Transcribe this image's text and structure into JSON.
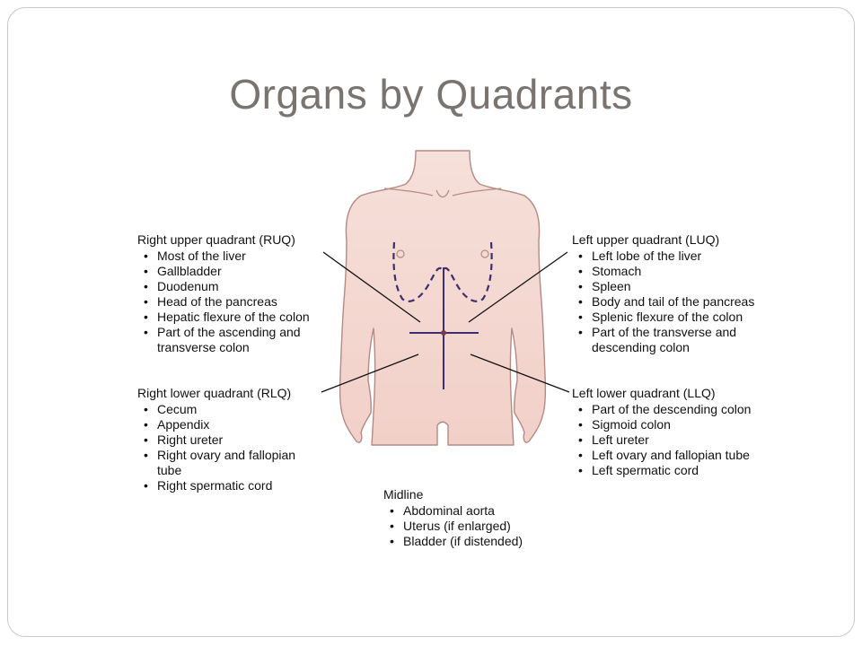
{
  "title": "Organs by Quadrants",
  "colors": {
    "skin": "#f4d9d2",
    "skin_outline": "#b58a83",
    "divider": "#3d2e6e",
    "title_text": "#7a7470"
  },
  "quadrants": {
    "ruq": {
      "heading": "Right upper quadrant (RUQ)",
      "items": [
        "Most of the liver",
        "Gallbladder",
        "Duodenum",
        "Head of the pancreas",
        "Hepatic flexure of the colon",
        "Part of the ascending and transverse colon"
      ]
    },
    "luq": {
      "heading": "Left upper quadrant (LUQ)",
      "items": [
        "Left lobe of the liver",
        "Stomach",
        "Spleen",
        "Body and tail of the pancreas",
        "Splenic flexure of the colon",
        "Part of the transverse and descending colon"
      ]
    },
    "rlq": {
      "heading": "Right lower quadrant (RLQ)",
      "items": [
        "Cecum",
        "Appendix",
        "Right ureter",
        "Right ovary and fallopian tube",
        "Right spermatic cord"
      ]
    },
    "llq": {
      "heading": "Left lower quadrant (LLQ)",
      "items": [
        "Part of the descending colon",
        "Sigmoid colon",
        "Left ureter",
        "Left ovary and fallopian tube",
        "Left spermatic cord"
      ]
    },
    "midline": {
      "heading": "Midline",
      "items": [
        "Abdominal aorta",
        "Uterus (if enlarged)",
        "Bladder (if distended)"
      ]
    }
  }
}
